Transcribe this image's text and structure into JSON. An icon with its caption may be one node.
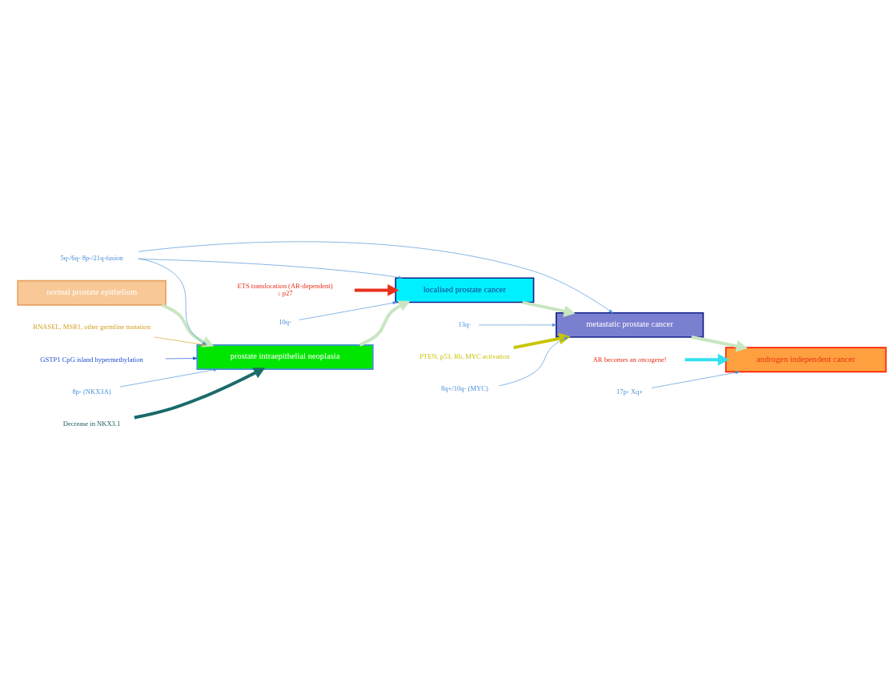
{
  "diagram": {
    "nodes": [
      {
        "text": [
          "normal prostate epithelium"
        ]
      },
      {
        "text": [
          "prostate intraepithelial neoplasia"
        ]
      },
      {
        "text": [
          "localised prostate cancer"
        ]
      },
      {
        "text": [
          "metastatic prostate cancer"
        ]
      },
      {
        "text": [
          "androgen independent cancer"
        ]
      },
      {
        "text": [
          "RNASEL, MSR1, other germline mutation"
        ]
      },
      {
        "text": [
          "GSTP1 CpG island hypermethylation"
        ]
      },
      {
        "text": [
          "8p- (NKX3A)"
        ]
      },
      {
        "text": [
          "ETS translocation (AR-dependent)",
          "↓ p27"
        ]
      },
      {
        "text": [
          "Decrease in NKX3.1"
        ]
      },
      {
        "text": [
          "10q-"
        ]
      },
      {
        "text": [
          "5q-/6q- 8p-/21q-fusion"
        ]
      },
      {
        "text": [
          "13q-"
        ]
      },
      {
        "text": [
          "PTEN, p53, Rb, MYC activation"
        ]
      },
      {
        "text": [
          "8q+/10q- (MYC)"
        ]
      },
      {
        "text": [
          "AR becomes an oncogene!"
        ]
      },
      {
        "text": [
          "17p- Xq+"
        ]
      }
    ],
    "edges": [
      {
        "from": 0,
        "to": 1,
        "arrow": "to",
        "style": "thick",
        "color": "#c8e6c0"
      },
      {
        "from": 1,
        "to": 2,
        "arrow": "to",
        "style": "thick",
        "color": "#c8e6c0"
      },
      {
        "from": 2,
        "to": 3,
        "arrow": "to",
        "style": "thick",
        "color": "#c8e6c0"
      },
      {
        "from": 3,
        "to": 4,
        "arrow": "to",
        "style": "thick",
        "color": "#c8e6c0"
      },
      {
        "from": 5,
        "to": 1,
        "arrow": "to",
        "color": "#d4a020"
      },
      {
        "from": 6,
        "to": 1,
        "arrow": "to",
        "color": "#1f4fd0"
      },
      {
        "from": 7,
        "to": 1,
        "arrow": "to"
      },
      {
        "from": 9,
        "to": 1,
        "arrow": "to",
        "style": "thick",
        "color": "#1a6a6a"
      },
      {
        "from": 8,
        "to": 2,
        "arrow": "to",
        "style": "thick",
        "color": "#e8301a"
      },
      {
        "from": 10,
        "to": 2,
        "arrow": "to"
      },
      {
        "from": 11,
        "to": 1,
        "arrow": "to"
      },
      {
        "from": 11,
        "to": 2,
        "arrow": "to"
      },
      {
        "from": 11,
        "to": 3,
        "arrow": "to"
      },
      {
        "from": 12,
        "to": 3,
        "arrow": "to"
      },
      {
        "from": 13,
        "to": 3,
        "arrow": "to",
        "style": "thick",
        "color": "#c8c400"
      },
      {
        "from": 14,
        "to": 3,
        "arrow": "to"
      },
      {
        "from": 15,
        "to": 4,
        "arrow": "to",
        "style": "thick",
        "color": "#33e0f0"
      },
      {
        "from": 16,
        "to": 4,
        "arrow": "to"
      }
    ]
  }
}
